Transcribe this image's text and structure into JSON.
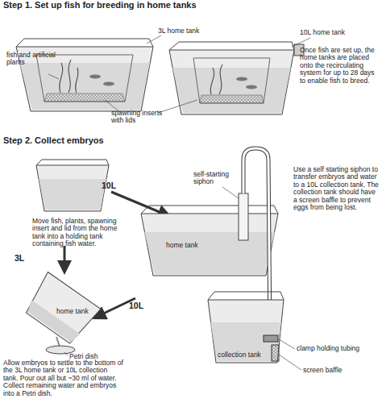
{
  "diagram": {
    "labels": [
      "Step 1. Set up fish for breeding in home tanks",
      "3L home tank",
      "10L home tank",
      "fish and artificial plants",
      "spawning inserts with lids",
      "Once fish are set up, the home tanks are placed onto the recirculating system for up to 28 days to enable fish to breed.",
      "Step 2. Collect embryos",
      "10L",
      "Move fish, plants, spawning insert and lid from the home tank into a holding tank containing fish water.",
      "3L",
      "self-starting siphon",
      "home tank",
      "Use a self starting siphon to transfer embryos and water to a 10L collection tank. The collection tank should have a screen baffle to prevent eggs from being lost.",
      "10L",
      "home tank",
      "clamp holding tubing",
      "collection tank",
      "screen baffle",
      "Petri dish",
      "Allow embryos to settle to the bottom of the 3L home tank or 10L collection tank. Pour out all but ~30 ml of water. Collect remaining water and embryos into a Petri dish."
    ]
  }
}
